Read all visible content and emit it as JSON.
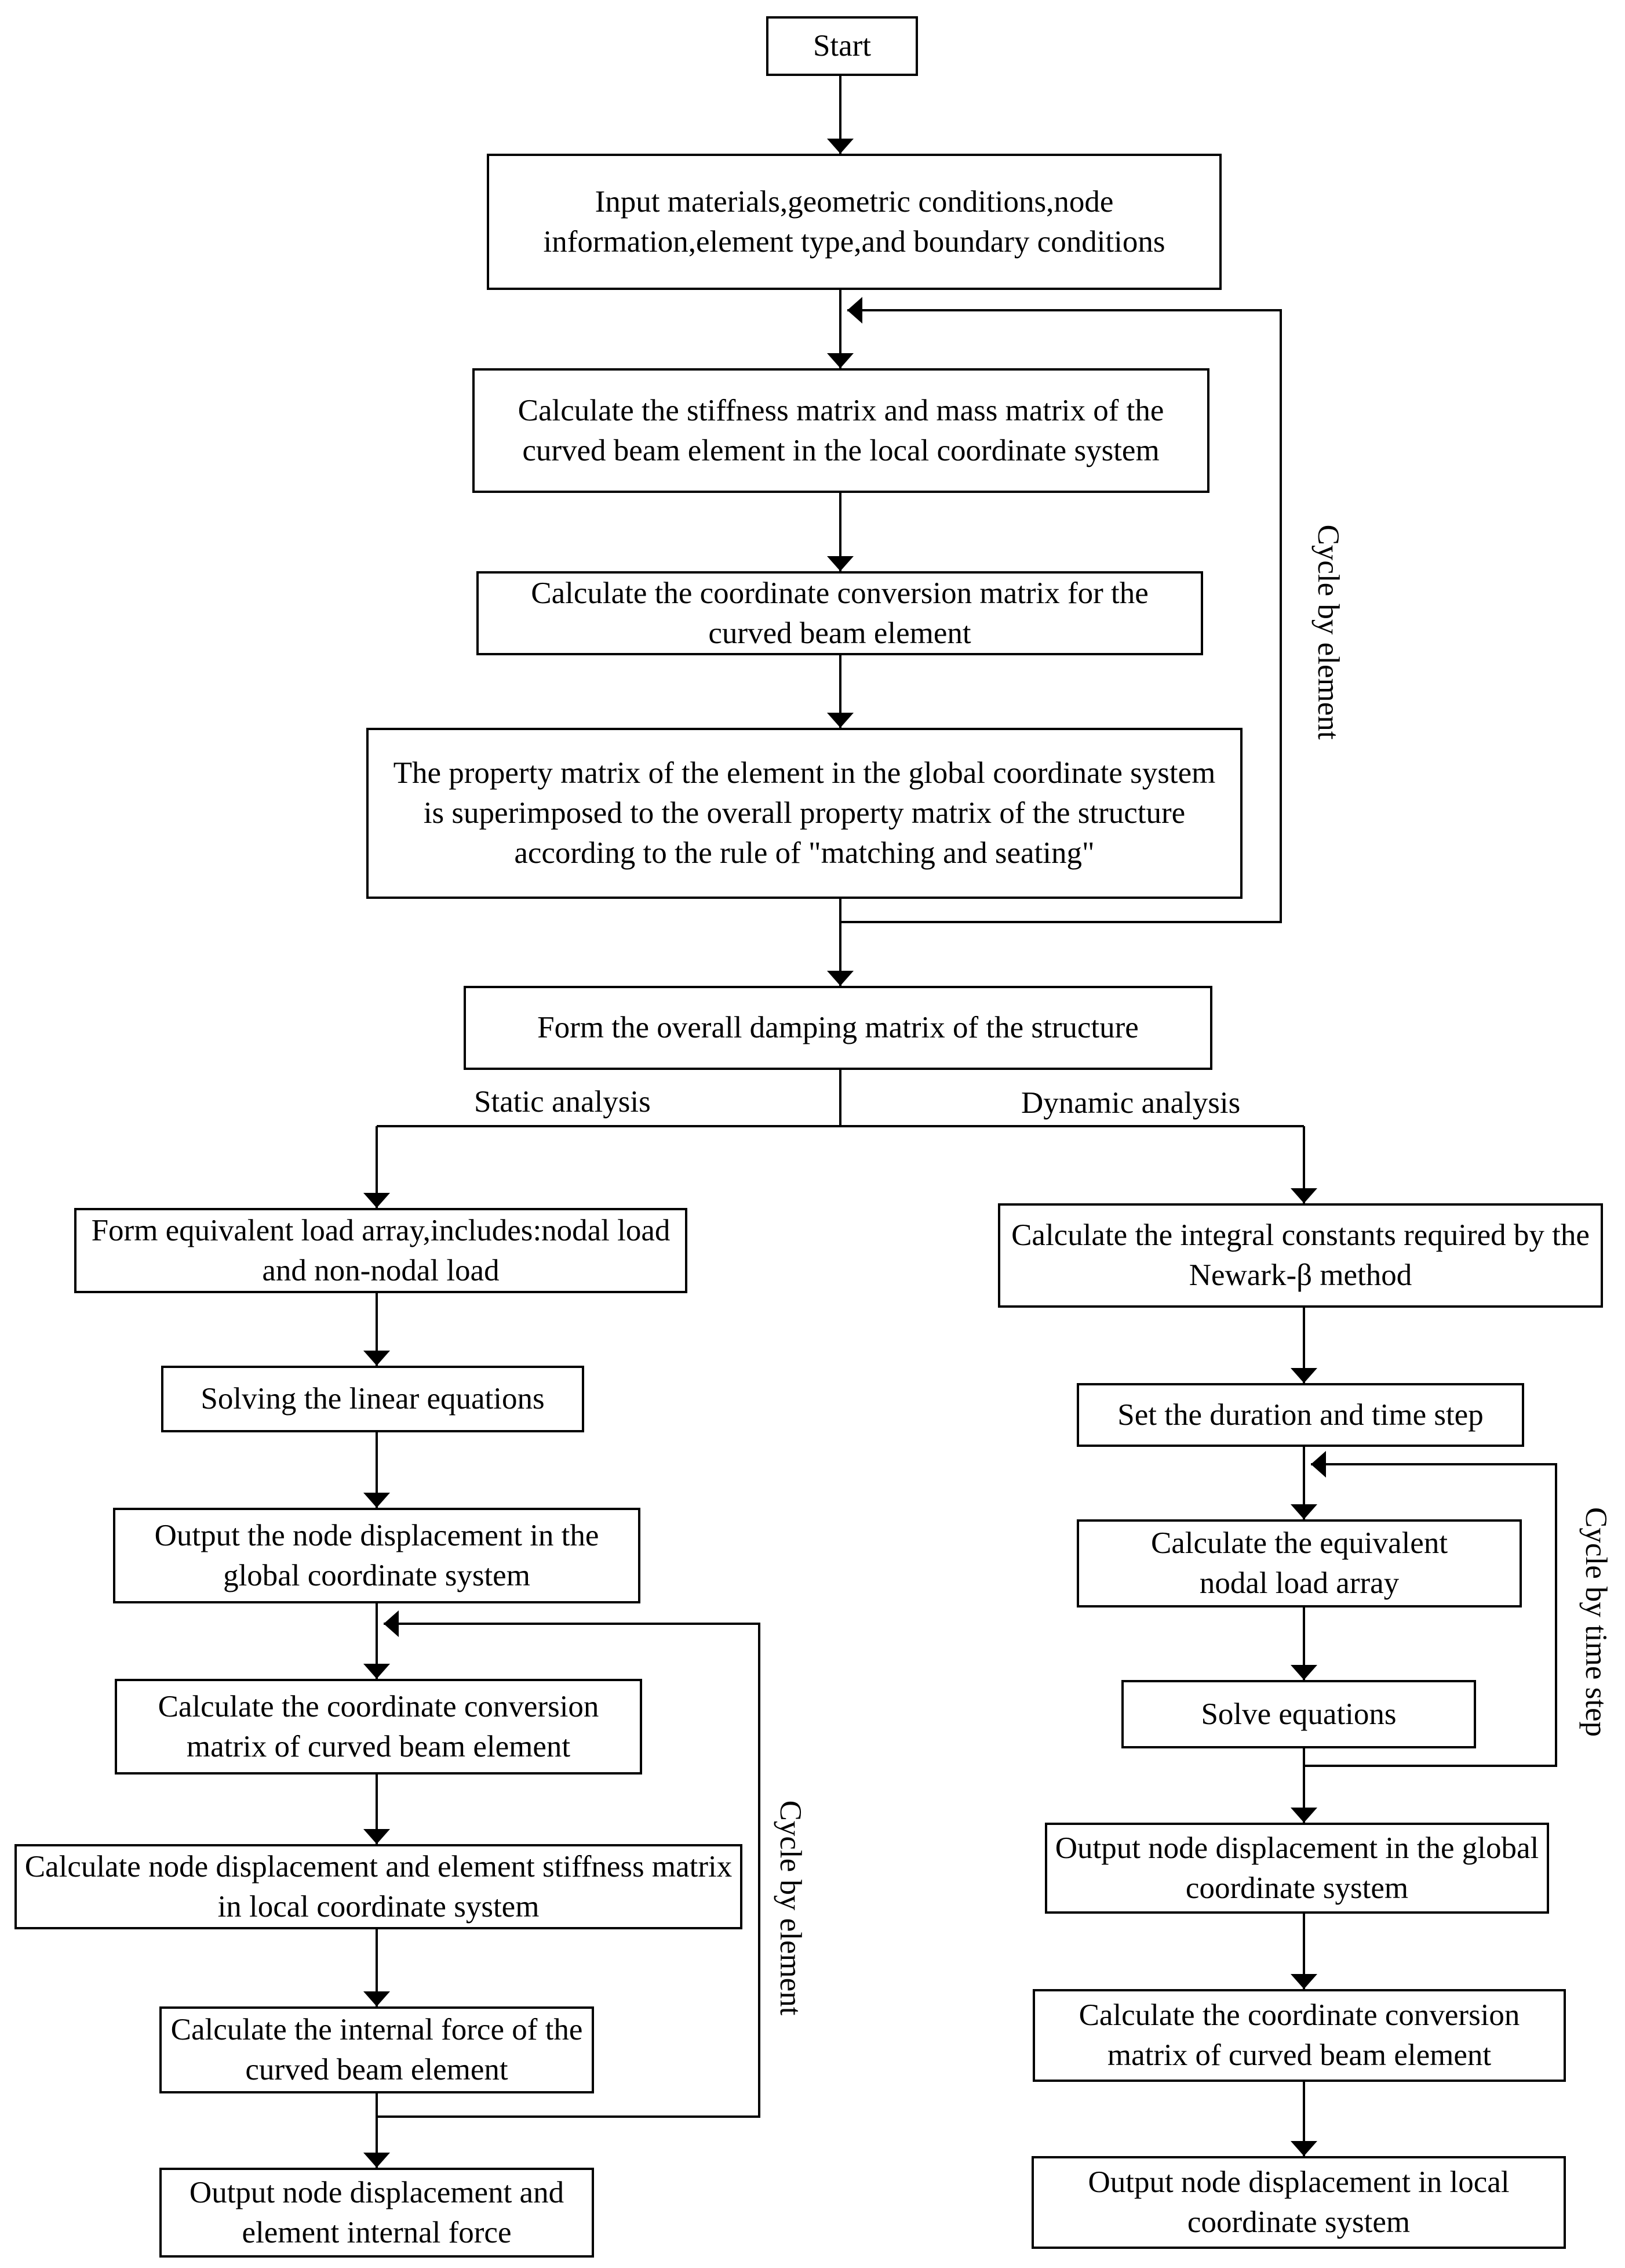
{
  "nodes": {
    "start": "Start",
    "input": "Input materials,geometric conditions,node information,element type,and boundary conditions",
    "stiffness": "Calculate the stiffness matrix and mass matrix of the curved beam element in the local coordinate system",
    "conversion": "Calculate the coordinate conversion matrix for the curved beam element",
    "property": "The property matrix of the element in the global coordinate system is superimposed to the overall property matrix of the structure according to the rule of \"matching and seating\"",
    "damping": "Form the overall damping matrix of the structure",
    "static": {
      "load": "Form equivalent load array,includes:nodal load and non-nodal load",
      "solve": "Solving the linear equations",
      "output_global": "Output the node displacement in the global coordinate system",
      "conversion": "Calculate the coordinate conversion matrix of curved beam element",
      "local": "Calculate node displacement and element stiffness matrix in local coordinate system",
      "internal_force": "Calculate the internal force of the curved beam element",
      "output_final": "Output node displacement and element internal force"
    },
    "dynamic": {
      "constants": "Calculate the integral constants required by the Newark-β method",
      "duration": "Set the duration and time step",
      "nodal_load": "Calculate the equivalent nodal load array",
      "solve": "Solve equations",
      "output_global": "Output node displacement in the global coordinate system",
      "conversion": "Calculate the coordinate conversion matrix of curved beam element",
      "output_local": "Output node displacement in local coordinate system"
    }
  },
  "labels": {
    "static_analysis": "Static analysis",
    "dynamic_analysis": "Dynamic analysis",
    "cycle_element_top": "Cycle by element",
    "cycle_element_left": "Cycle by element",
    "cycle_time_step": "Cycle by time step"
  },
  "colors": {
    "line": "#000000",
    "background": "#ffffff"
  }
}
